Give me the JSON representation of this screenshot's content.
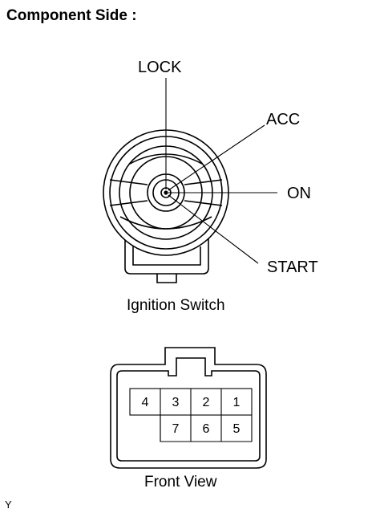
{
  "heading": "Component Side :",
  "ignition_switch": {
    "caption": "Ignition Switch",
    "positions": {
      "lock": "LOCK",
      "acc": "ACC",
      "on": "ON",
      "start": "START"
    }
  },
  "connector": {
    "caption": "Front View",
    "pins_row1": [
      "4",
      "3",
      "2",
      "1"
    ],
    "pins_row2": [
      "7",
      "6",
      "5"
    ]
  },
  "illustration_code": "Y"
}
